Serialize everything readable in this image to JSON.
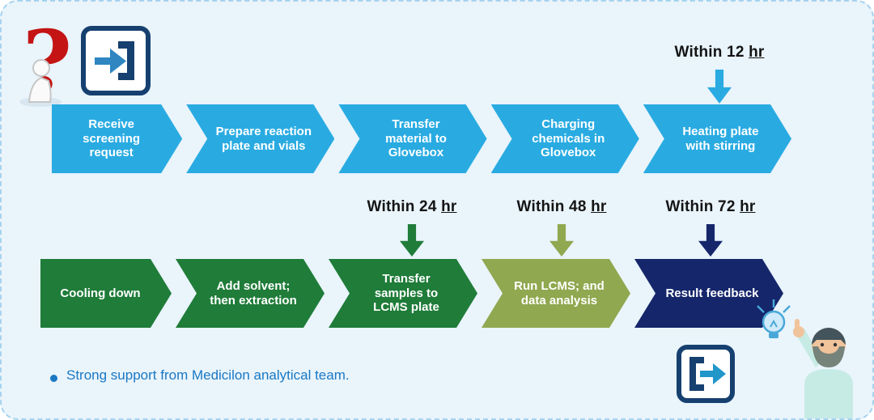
{
  "canvas": {
    "background": "#e9f4fb",
    "border_color": "#a6d3ef"
  },
  "top_row": {
    "steps": [
      {
        "label": "Receive screening request",
        "color": "#29abe2"
      },
      {
        "label": "Prepare reaction plate and vials",
        "color": "#29abe2"
      },
      {
        "label": "Transfer material to Glovebox",
        "color": "#29abe2"
      },
      {
        "label": "Charging chemicals in Glovebox",
        "color": "#29abe2"
      },
      {
        "label": "Heating plate with stirring",
        "color": "#29abe2"
      }
    ],
    "annotation": {
      "text": "Within 12",
      "unit": "hr",
      "arrow_color": "#29abe2"
    }
  },
  "bottom_row": {
    "steps": [
      {
        "label": "Cooling down",
        "color": "#1f7c39"
      },
      {
        "label": "Add solvent; then extraction",
        "color": "#1f7c39"
      },
      {
        "label": "Transfer samples to LCMS plate",
        "color": "#1f7c39"
      },
      {
        "label": "Run LCMS; and data analysis",
        "color": "#90a84f"
      },
      {
        "label": "Result feedback",
        "color": "#15266b"
      }
    ],
    "annotations": [
      {
        "text": "Within 24",
        "unit": "hr",
        "arrow_color": "#1f7c39"
      },
      {
        "text": "Within 48",
        "unit": "hr",
        "arrow_color": "#90a84f"
      },
      {
        "text": "Within 72",
        "unit": "hr",
        "arrow_color": "#15266b"
      }
    ]
  },
  "footer": {
    "bullet_text": "Strong support from Medicilon analytical team.",
    "text_color": "#1a78c4"
  },
  "icons": {
    "question_person": "red-question-mark-with-figure",
    "enter": "enter-arrow-icon",
    "exit": "exit-arrow-icon",
    "idea_man": "man-pointing-at-lightbulb"
  }
}
